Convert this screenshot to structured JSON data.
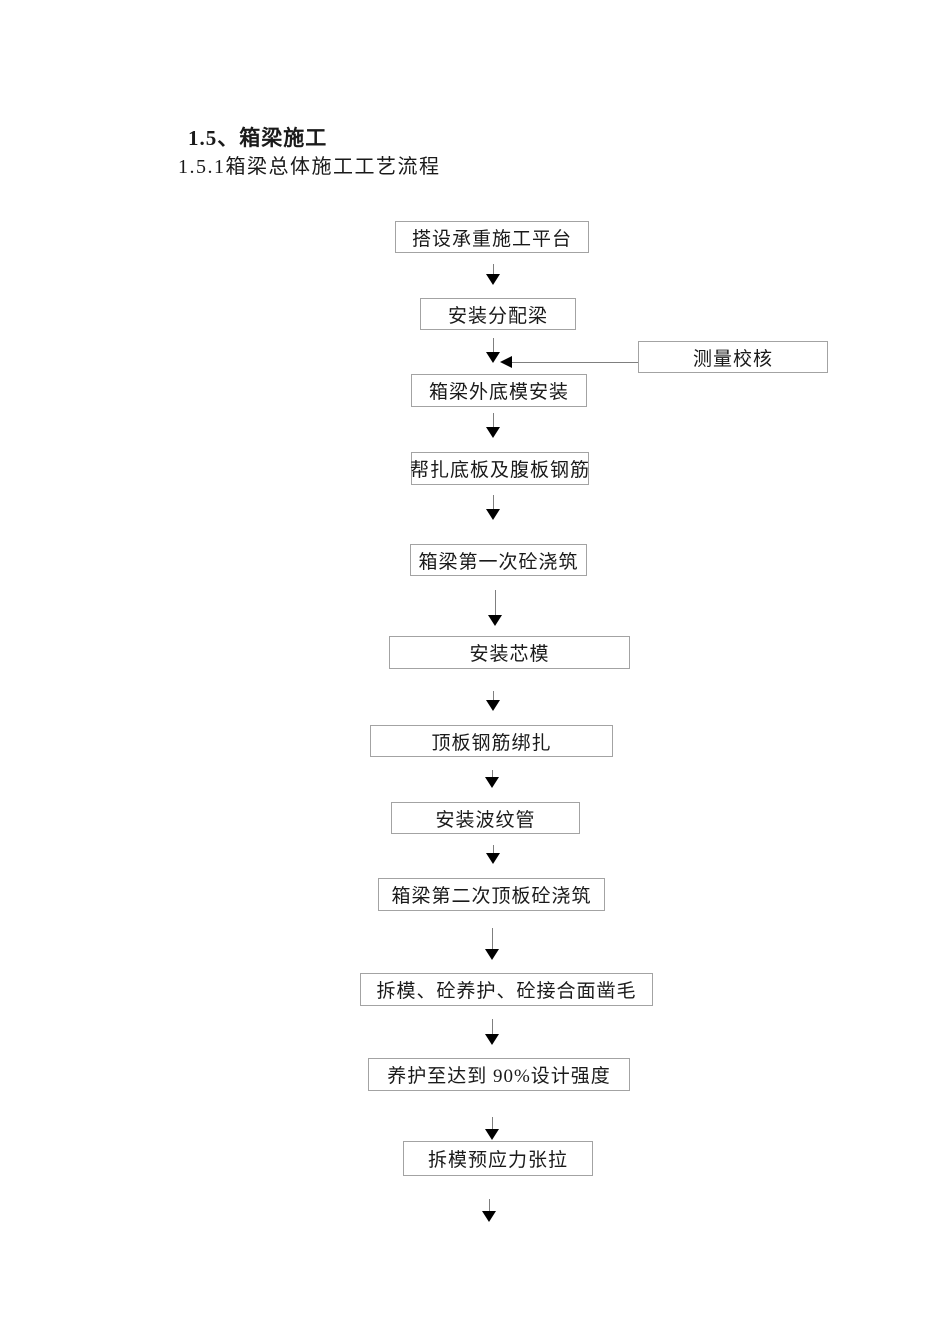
{
  "document": {
    "title": "1.5、箱梁施工",
    "subtitle": "1.5.1箱梁总体施工工艺流程"
  },
  "flowchart": {
    "steps": [
      {
        "label": "搭设承重施工平台"
      },
      {
        "label": "安装分配梁"
      },
      {
        "label": "箱梁外底模安装"
      },
      {
        "label": "帮扎底板及腹板钢筋"
      },
      {
        "label": "箱梁第一次砼浇筑"
      },
      {
        "label": "安装芯模"
      },
      {
        "label": "顶板钢筋绑扎"
      },
      {
        "label": "安装波纹管"
      },
      {
        "label": "箱梁第二次顶板砼浇筑"
      },
      {
        "label": "拆模、砼养护、砼接合面凿毛"
      },
      {
        "label": "养护至达到 90%设计强度"
      },
      {
        "label": "拆模预应力张拉"
      }
    ],
    "side_step": {
      "label": "测量校核"
    }
  },
  "colors": {
    "box_border": "#a3a3a3",
    "line": "#7f7f7f",
    "arrowhead": "#000000",
    "text": "#1a1a1a",
    "background": "#ffffff"
  }
}
